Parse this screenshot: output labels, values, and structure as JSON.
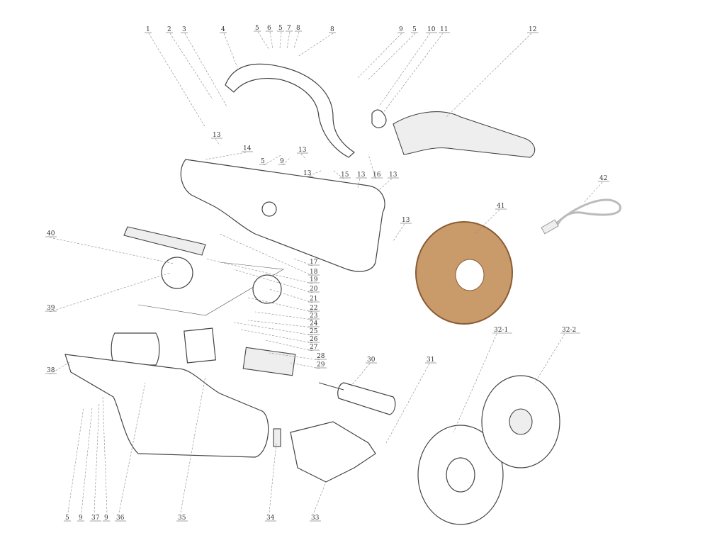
{
  "diagram": {
    "type": "exploded-parts-view",
    "labels": [
      "1",
      "2",
      "3",
      "4",
      "5",
      "6",
      "5",
      "7",
      "8",
      "8",
      "9",
      "5",
      "10",
      "11",
      "12",
      "13",
      "14",
      "5",
      "9",
      "13",
      "13",
      "15",
      "13",
      "16",
      "13",
      "13",
      "42",
      "41",
      "40",
      "17",
      "18",
      "19",
      "20",
      "21",
      "22",
      "23",
      "24",
      "25",
      "26",
      "27",
      "28",
      "29",
      "39",
      "38",
      "30",
      "31",
      "32-1",
      "32-2",
      "5",
      "9",
      "37",
      "9",
      "36",
      "35",
      "34",
      "33"
    ],
    "colors": {
      "coil": "#c99a6a",
      "coil_dark": "#8a5c34",
      "line": "#444444"
    }
  }
}
